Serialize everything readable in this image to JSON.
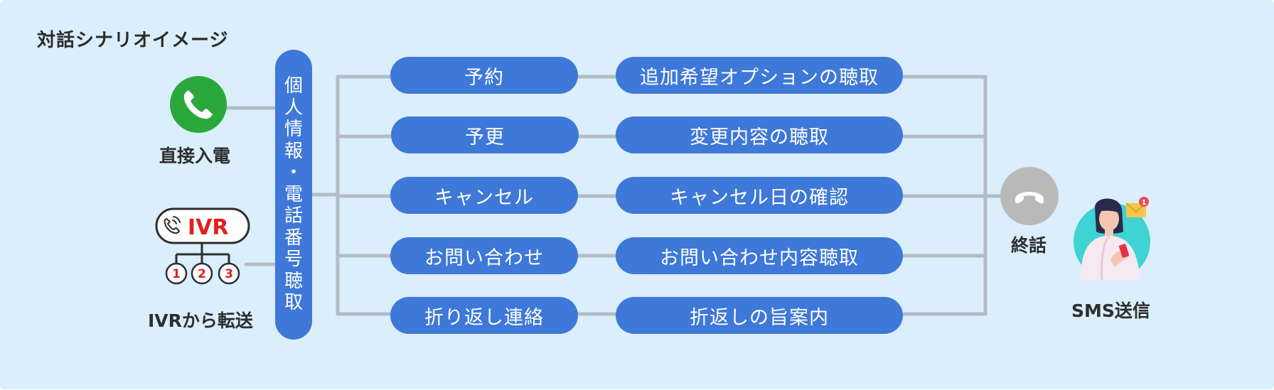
{
  "title": "対話シナリオイメージ",
  "entries": {
    "direct_label": "直接入電",
    "ivr_label": "IVRから転送",
    "ivr_badge": "IVR",
    "ivr_options": [
      "1",
      "2",
      "3"
    ]
  },
  "center_label": [
    "個",
    "人",
    "情",
    "報",
    "・",
    "電",
    "話",
    "番",
    "号",
    "聴",
    "取"
  ],
  "rows": [
    {
      "menu": "予約",
      "detail": "追加希望オプションの聴取"
    },
    {
      "menu": "予更",
      "detail": "変更内容の聴取"
    },
    {
      "menu": "キャンセル",
      "detail": "キャンセル日の確認"
    },
    {
      "menu": "お問い合わせ",
      "detail": "お問い合わせ内容聴取"
    },
    {
      "menu": "折り返し連絡",
      "detail": "折返しの旨案内"
    }
  ],
  "end_label": "終話",
  "sms_label": "SMS送信",
  "sms_badge_count": "1",
  "colors": {
    "background": "#dbeefc",
    "pill": "#3e78d8",
    "connector": "#b3bcc5",
    "phone_green": "#2aa83c",
    "hangup_gray": "#b9b9b9",
    "ivr_red": "#e02020",
    "avatar_teal": "#3fd3d3"
  }
}
